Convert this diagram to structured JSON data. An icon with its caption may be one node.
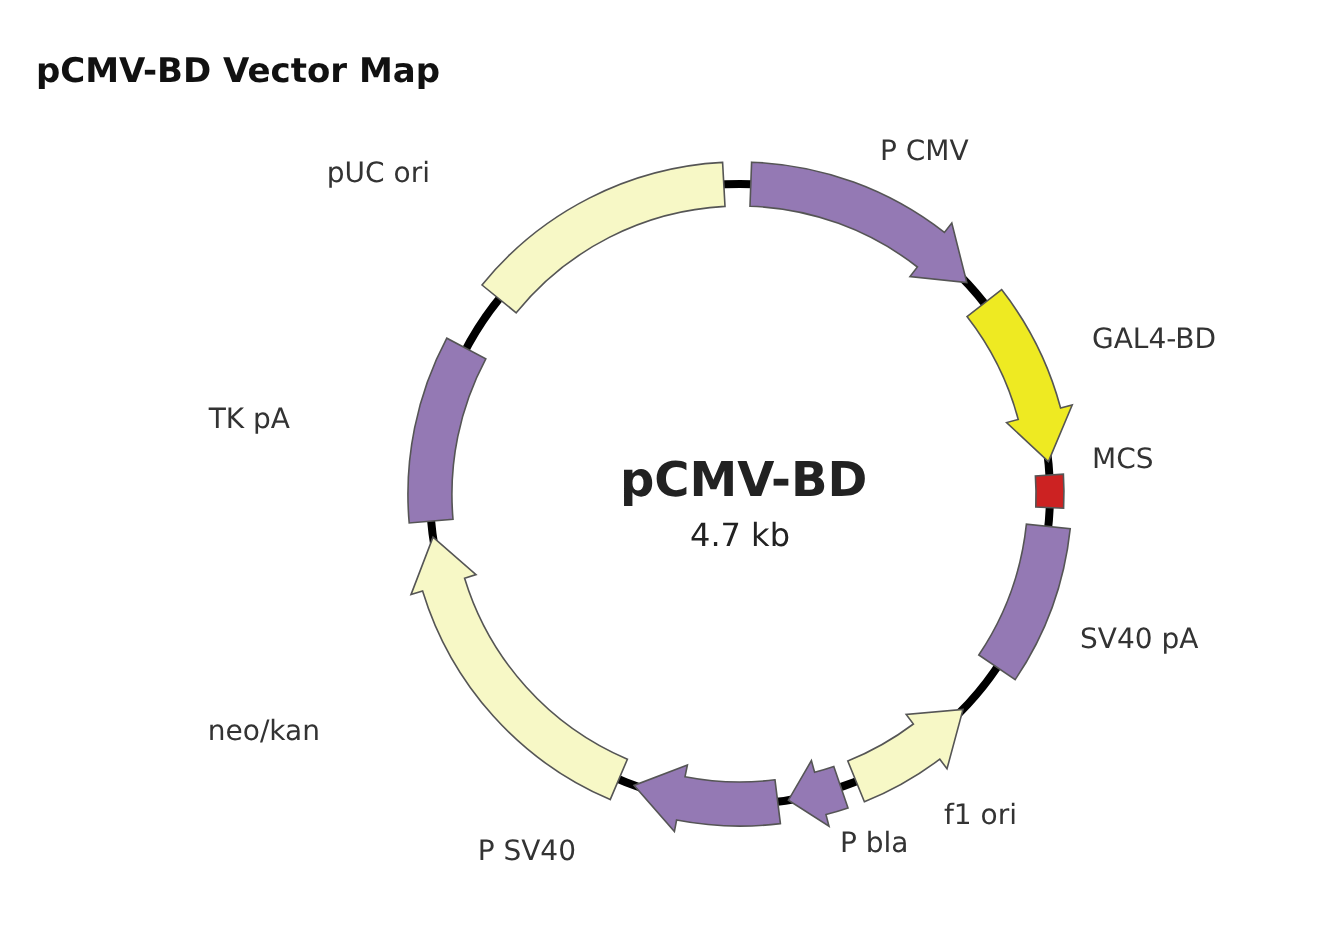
{
  "diagram": {
    "title": "pCMV-BD Vector Map",
    "nodes": [
      {
        "text": [
          "pUC ori"
        ]
      },
      {
        "text": [
          "P CMV"
        ]
      },
      {
        "text": [
          "GAL4-BD"
        ]
      },
      {
        "text": [
          "MCS"
        ]
      },
      {
        "text": [
          "SV40 pA"
        ]
      },
      {
        "text": [
          "f1 ori"
        ]
      },
      {
        "text": [
          "P bla"
        ]
      },
      {
        "text": [
          "P SV40"
        ]
      },
      {
        "text": [
          "neo/kan"
        ]
      },
      {
        "text": [
          "TK pA"
        ]
      }
    ],
    "edges": [],
    "labels": [
      "pCMV-BD",
      "4.7 kb"
    ]
  }
}
